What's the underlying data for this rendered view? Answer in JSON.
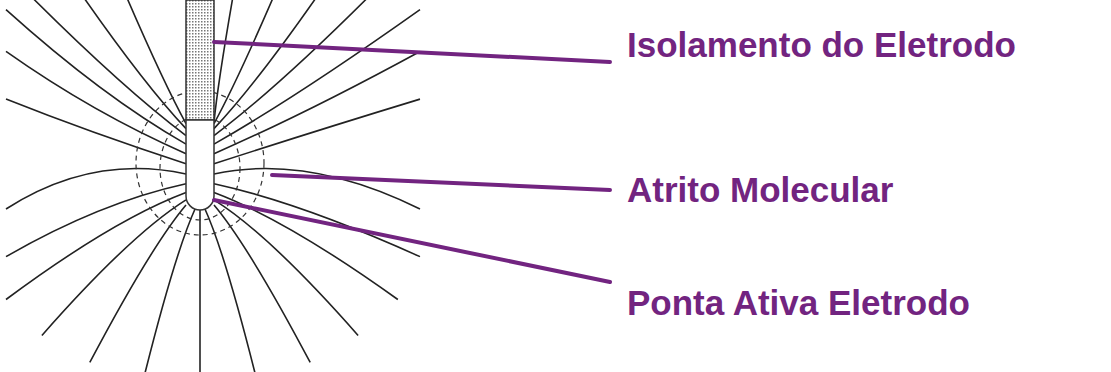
{
  "diagram": {
    "labels": [
      "Isolamento do Eletrodo",
      "Atrito Molecular",
      "Ponta Ativa Eletrodo"
    ]
  }
}
